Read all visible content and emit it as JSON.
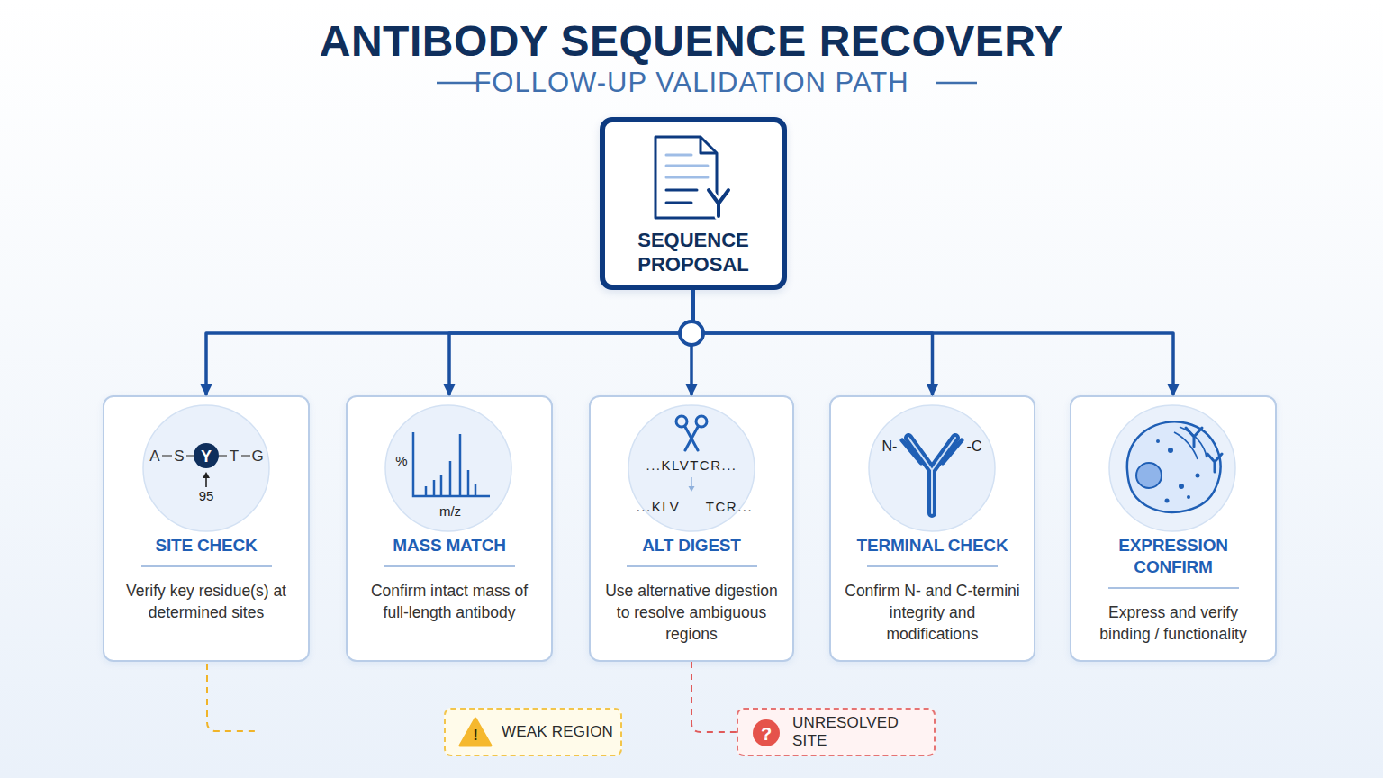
{
  "diagram": {
    "title": "ANTIBODY SEQUENCE RECOVERY",
    "nodes": [
      {
        "text": [
          "SEQUENCE PROPOSAL"
        ]
      },
      {
        "text": [
          "SITE CHECK",
          "Verify key residue(s) at determined sites"
        ]
      },
      {
        "text": [
          "MASS MATCH",
          "Confirm intact mass of full-length antibody"
        ]
      },
      {
        "text": [
          "ALT DIGEST",
          "Use alternative digestion to resolve ambiguous regions"
        ]
      },
      {
        "text": [
          "TERMINAL CHECK",
          "Confirm N- and C-termini integrity and modifications"
        ]
      },
      {
        "text": [
          "EXPRESSION CONFIRM",
          "Express and verify binding / functionality"
        ]
      },
      {
        "text": [
          "WEAK REGION"
        ]
      },
      {
        "text": [
          "UNRESOLVED SITE"
        ]
      }
    ],
    "edges": [
      {
        "from": 0,
        "to": 1,
        "arrow": "to"
      },
      {
        "from": 0,
        "to": 2,
        "arrow": "to"
      },
      {
        "from": 0,
        "to": 3,
        "arrow": "to"
      },
      {
        "from": 0,
        "to": 4,
        "arrow": "to"
      },
      {
        "from": 0,
        "to": 5,
        "arrow": "to"
      },
      {
        "from": 3,
        "to": 7,
        "arrow": "none"
      }
    ],
    "labels": [
      "FOLLOW-UP VALIDATION PATH",
      "A",
      "S",
      "Y",
      "T",
      "G",
      "95",
      "%",
      "m/z",
      "...KLVTCR...",
      "...KLV",
      "TCR...",
      "N-",
      "-C",
      "!",
      "?"
    ]
  }
}
